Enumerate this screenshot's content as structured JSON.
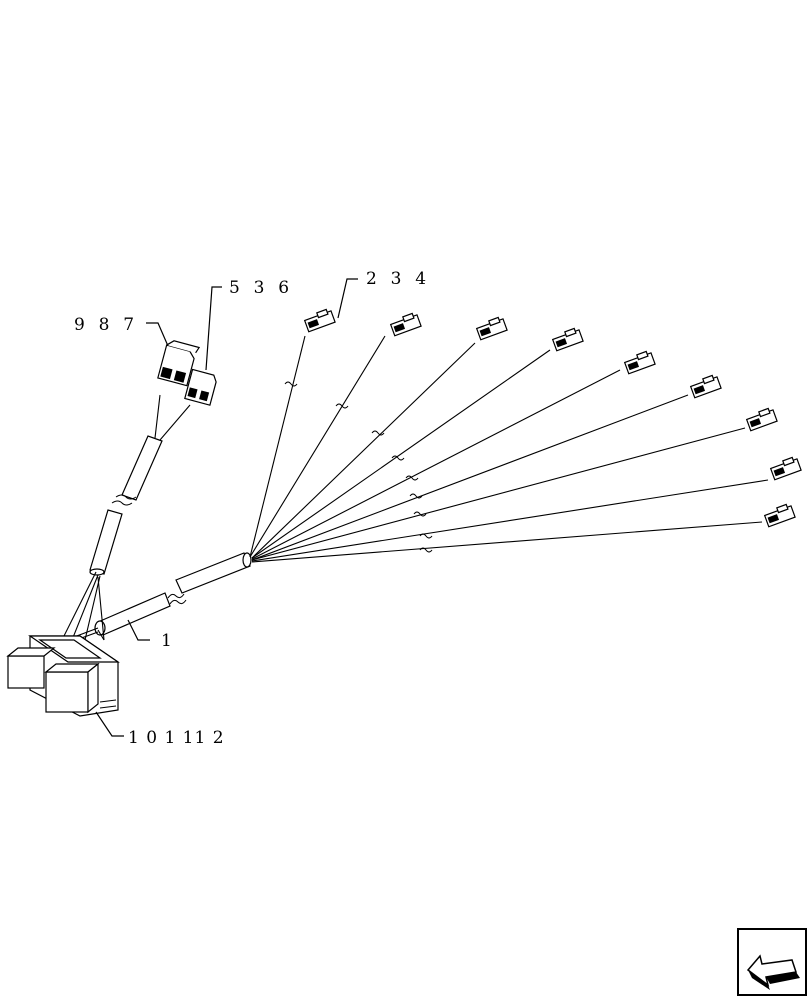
{
  "callouts": {
    "top_left": "9  8  7",
    "top_mid": "5  3  6",
    "top_right": "2  3  4",
    "harness": "1",
    "module": "1 0 1 11 2"
  },
  "nav": {
    "icon": "arrow-back-icon"
  }
}
